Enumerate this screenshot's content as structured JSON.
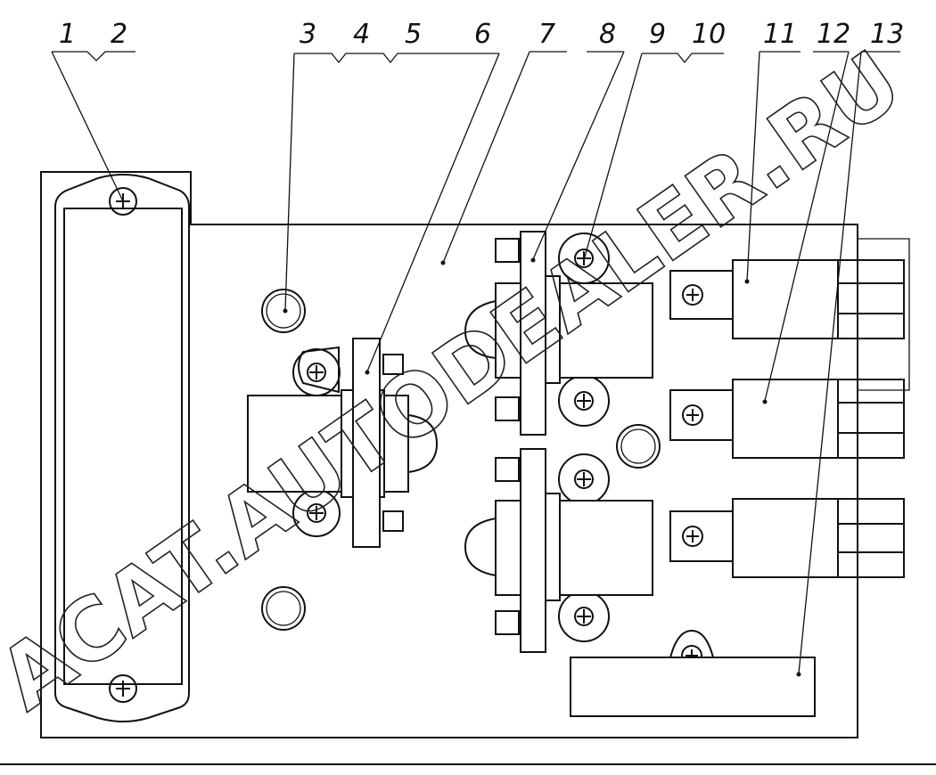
{
  "callouts": [
    "1",
    "2",
    "3",
    "4",
    "5",
    "6",
    "7",
    "8",
    "9",
    "10",
    "11",
    "12",
    "13"
  ],
  "watermark": "ACAT.AUTODEALER.RU"
}
